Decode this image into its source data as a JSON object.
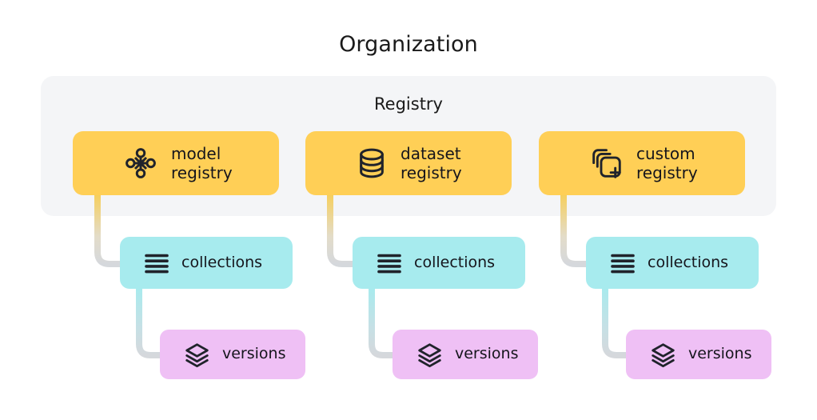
{
  "diagram": {
    "title": "Organization",
    "panel": {
      "label": "Registry"
    },
    "colors": {
      "canvas": "#ffffff",
      "panel_bg": "#f4f5f7",
      "registry_card": "#FFCF56",
      "collections_card": "#A7EBEE",
      "versions_card": "#EFC0F5",
      "text": "#15151c",
      "connector_gray": "#d5d8dc",
      "connector_yellow": "#F7CE56",
      "connector_cyan": "#A7EBEE"
    },
    "columns": [
      {
        "id": "model",
        "registry": {
          "label": "model\nregistry",
          "icon": "node-graph-icon"
        },
        "collections": {
          "label": "collections",
          "icon": "list-lines-icon"
        },
        "versions": {
          "label": "versions",
          "icon": "layers-stack-icon"
        }
      },
      {
        "id": "dataset",
        "registry": {
          "label": "dataset\nregistry",
          "icon": "database-cylinder-icon"
        },
        "collections": {
          "label": "collections",
          "icon": "list-lines-icon"
        },
        "versions": {
          "label": "versions",
          "icon": "layers-stack-icon"
        }
      },
      {
        "id": "custom",
        "registry": {
          "label": "custom\nregistry",
          "icon": "stacked-squares-plus-icon"
        },
        "collections": {
          "label": "collections",
          "icon": "list-lines-icon"
        },
        "versions": {
          "label": "versions",
          "icon": "layers-stack-icon"
        }
      }
    ]
  }
}
